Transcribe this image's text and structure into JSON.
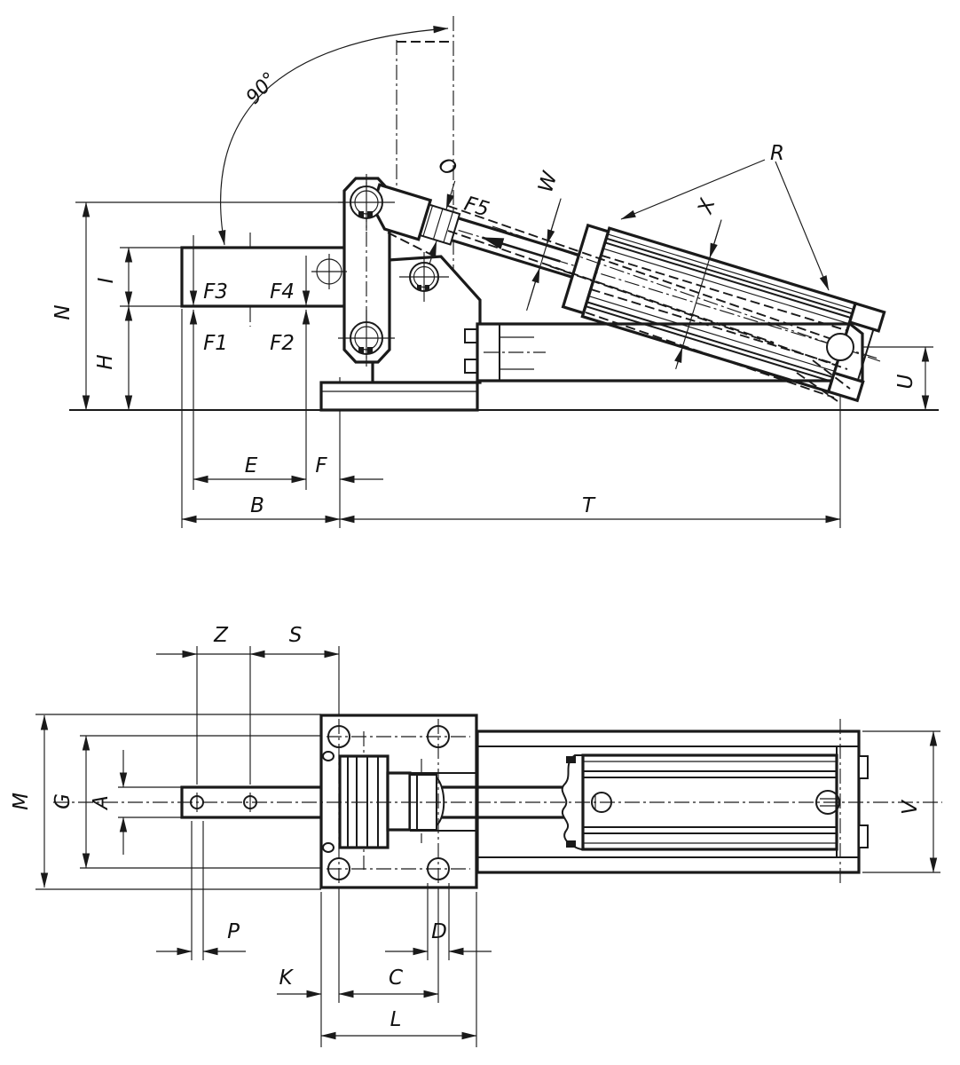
{
  "drawing": {
    "kind": "technical-dimension-drawing",
    "subject": "pneumatic toggle clamp, side elevation (top) and plan view (bottom)",
    "views": [
      "side-elevation",
      "plan-view"
    ]
  },
  "labels": {
    "angle": "90°",
    "o": "O",
    "f5": "F5",
    "w": "W",
    "r": "R",
    "x": "X",
    "u": "U",
    "n": "N",
    "i": "I",
    "h": "H",
    "f1": "F1",
    "f2": "F2",
    "f3": "F3",
    "f4": "F4",
    "e": "E",
    "f": "F",
    "b": "B",
    "t": "T",
    "z": "Z",
    "s": "S",
    "m": "M",
    "g": "G",
    "a": "A",
    "v": "V",
    "p": "P",
    "d": "D",
    "k": "K",
    "c": "C",
    "l": "L"
  },
  "colors": {
    "line": "#1a1a1a",
    "background": "#ffffff"
  }
}
